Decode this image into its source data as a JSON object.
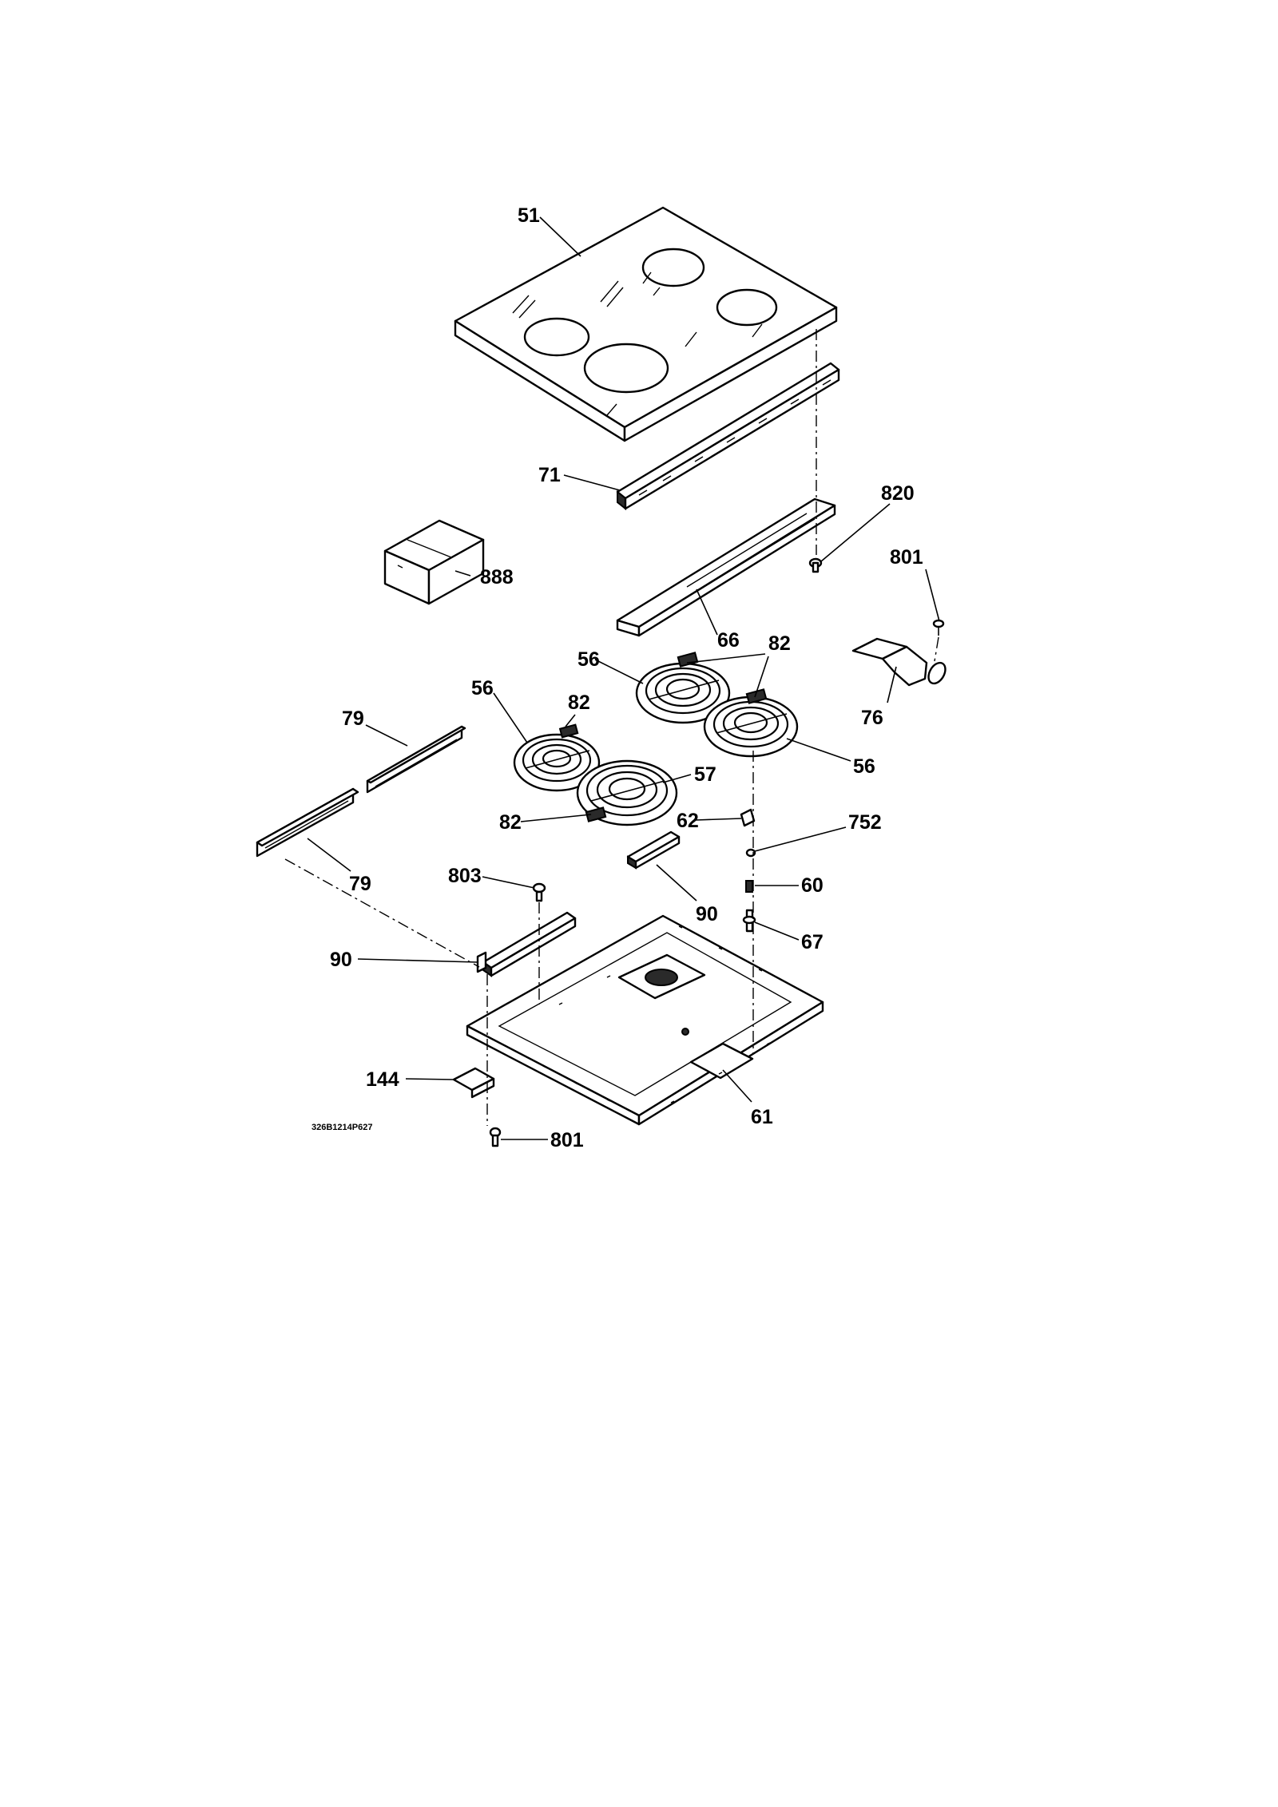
{
  "diagram_title": "",
  "drawing_code": "326B1214P627",
  "part_labels": {
    "p51": "51",
    "p71": "71",
    "p820": "820",
    "p888": "888",
    "p801_top": "801",
    "p66": "66",
    "p56_top": "56",
    "p82_top": "82",
    "p76": "76",
    "p56_left": "56",
    "p82_mid": "82",
    "p79_top": "79",
    "p57": "57",
    "p56_right": "56",
    "p82_bottom": "82",
    "p62": "62",
    "p752": "752",
    "p79_bottom": "79",
    "p803": "803",
    "p60": "60",
    "p90_right": "90",
    "p67": "67",
    "p90_left": "90",
    "p144": "144",
    "p61": "61",
    "p801_bottom": "801"
  }
}
